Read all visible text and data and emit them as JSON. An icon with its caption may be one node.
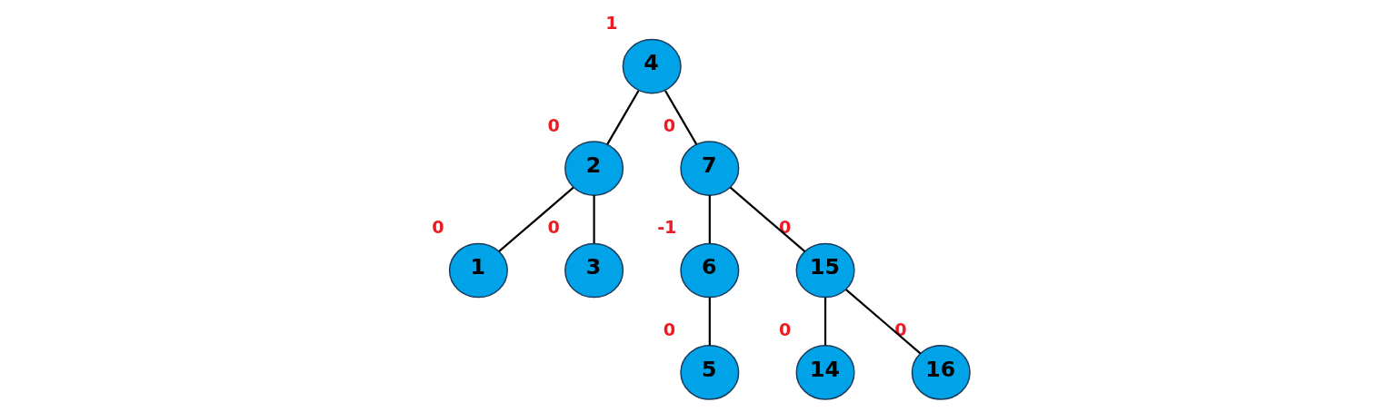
{
  "diagram": {
    "nodes": [
      {
        "text": [
          "4"
        ],
        "beside": [
          "1"
        ]
      },
      {
        "text": [
          "2"
        ],
        "beside": [
          "0"
        ]
      },
      {
        "text": [
          "7"
        ],
        "beside": [
          "0"
        ]
      },
      {
        "text": [
          "1"
        ],
        "beside": [
          "0"
        ]
      },
      {
        "text": [
          "3"
        ],
        "beside": [
          "0"
        ]
      },
      {
        "text": [
          "6"
        ],
        "beside": [
          "-1"
        ]
      },
      {
        "text": [
          "15"
        ],
        "beside": [
          "0"
        ]
      },
      {
        "text": [
          "5"
        ],
        "beside": [
          "0"
        ]
      },
      {
        "text": [
          "14"
        ],
        "beside": [
          "0"
        ]
      },
      {
        "text": [
          "16"
        ],
        "beside": [
          "0"
        ]
      }
    ],
    "edges": [
      {
        "from": 0,
        "to": 1,
        "arrow": "none"
      },
      {
        "from": 0,
        "to": 2,
        "arrow": "none"
      },
      {
        "from": 1,
        "to": 3,
        "arrow": "none"
      },
      {
        "from": 1,
        "to": 4,
        "arrow": "none"
      },
      {
        "from": 2,
        "to": 5,
        "arrow": "none"
      },
      {
        "from": 2,
        "to": 6,
        "arrow": "none"
      },
      {
        "from": 5,
        "to": 7,
        "arrow": "none"
      },
      {
        "from": 6,
        "to": 8,
        "arrow": "none"
      },
      {
        "from": 6,
        "to": 9,
        "arrow": "none"
      }
    ]
  }
}
